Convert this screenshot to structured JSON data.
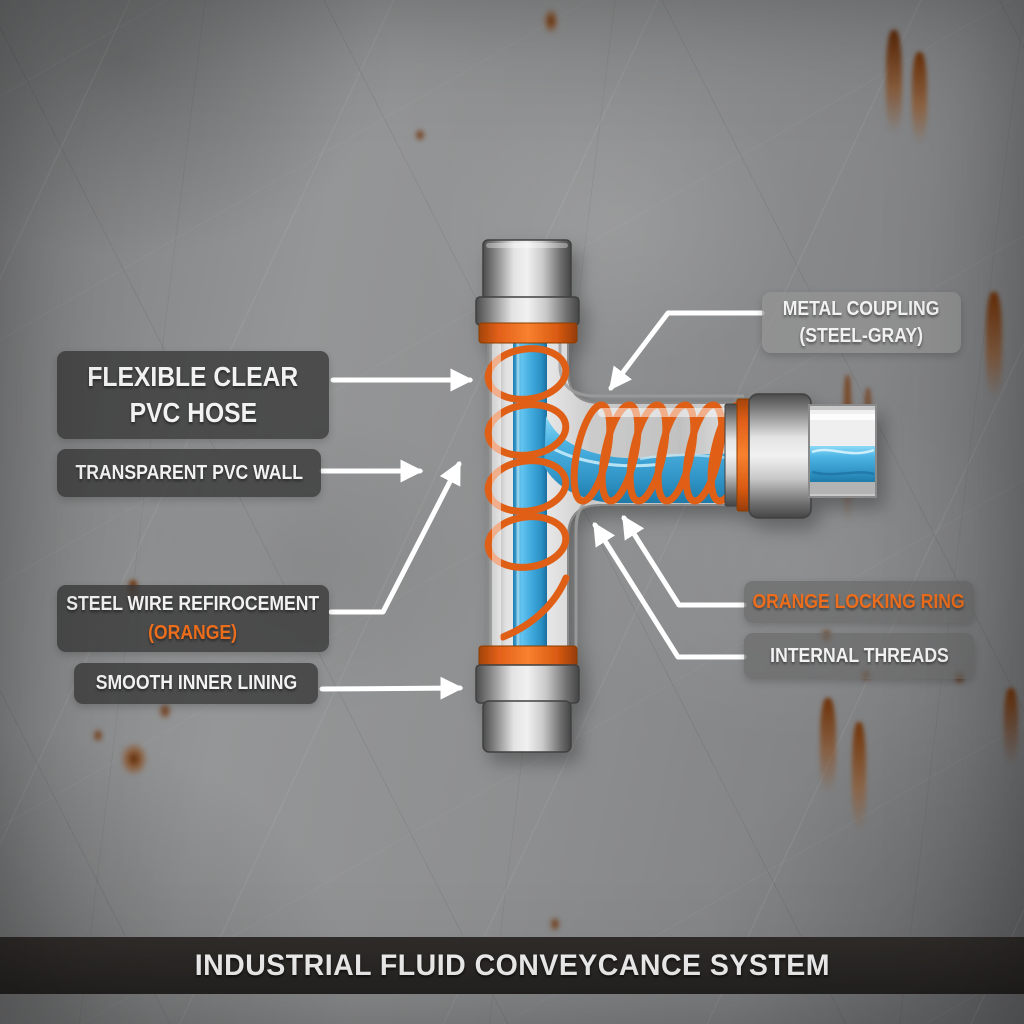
{
  "banner": {
    "title": "INDUSTRIAL FLUID CONVEYCANCE SYSTEM"
  },
  "labels": {
    "flexible_hose": {
      "line1": "FLEXIBLE CLEAR",
      "line2": "PVC HOSE"
    },
    "pvc_wall": {
      "text": "TRANSPARENT PVC WALL"
    },
    "steel_wire": {
      "line1": "STEEL WIRE REFIROCEMENT",
      "line2": "(ORANGE)"
    },
    "inner_lining": {
      "text": "SMOOTH INNER LINING"
    },
    "metal_coupling": {
      "line1": "METAL COUPLING",
      "line2": "(STEEL-GRAY)"
    },
    "locking_ring": {
      "text": "ORANGE LOCKING RING"
    },
    "internal_threads": {
      "text": "INTERNAL THREADS"
    }
  },
  "colors": {
    "accent_orange": "#E8641C",
    "water_blue": "#49ADE0",
    "steel_gray": "#9B9B9B",
    "background_metal": "#8E8F90",
    "label_bg_dark": "rgba(58,58,58,0.80)",
    "banner_bg": "rgba(38,35,32,0.96)",
    "rust": "#7A3A10",
    "arrow_white": "#FFFFFF"
  }
}
